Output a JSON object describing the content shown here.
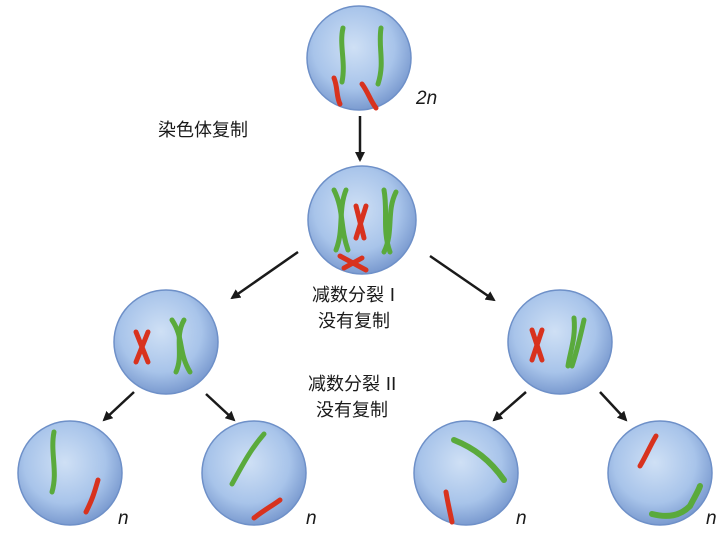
{
  "labels": {
    "replication": "染色体复制",
    "meiosis1_title": "减数分裂 I",
    "meiosis1_note": "没有复制",
    "meiosis2_title": "减数分裂 II",
    "meiosis2_note": "没有复制"
  },
  "ploidy": {
    "parent": "2n",
    "gamete1": "n",
    "gamete2": "n",
    "gamete3": "n",
    "gamete4": "n"
  },
  "colors": {
    "cell_center": "#c8dcf4",
    "cell_edge": "#6e90c8",
    "chromosome_green": "#5aaa3c",
    "chromosome_red": "#d8321e",
    "arrow": "#1a1a1a"
  }
}
